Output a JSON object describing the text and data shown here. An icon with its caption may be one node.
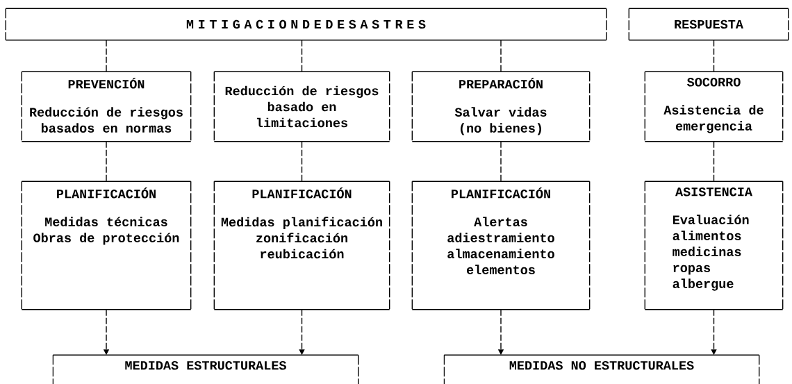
{
  "diagram": {
    "nodes": [
      {
        "text": [
          "M I T I G A C I O N D E D E S A S T R E S"
        ]
      },
      {
        "text": [
          "RESPUESTA"
        ]
      },
      {
        "text": [
          "PREVENCIÓN",
          "Reducción de riesgos basados en normas"
        ]
      },
      {
        "text": [
          "Reducción de riesgos basado en limitaciones"
        ]
      },
      {
        "text": [
          "PREPARACIÓN",
          "Salvar vidas (no bienes)"
        ]
      },
      {
        "text": [
          "SOCORRO",
          "Asistencia de emergencia"
        ]
      },
      {
        "text": [
          "PLANIFICACIÓN",
          "Medidas técnicas Obras de protección"
        ]
      },
      {
        "text": [
          "PLANIFICACIÓN",
          "Medidas planificación zonificación reubicación"
        ]
      },
      {
        "text": [
          "PLANIFICACIÓN",
          "Alertas adiestramiento almacenamiento elementos"
        ]
      },
      {
        "text": [
          "ASISTENCIA",
          "Evaluación alimentos medicinas ropas albergue"
        ]
      },
      {
        "text": [
          "MEDIDAS ESTRUCTURALES"
        ]
      },
      {
        "text": [
          "MEDIDAS NO ESTRUCTURALES"
        ]
      }
    ],
    "edges": [
      {
        "from": 0,
        "to": 2,
        "arrow": "none",
        "style": "dashed"
      },
      {
        "from": 0,
        "to": 3,
        "arrow": "none",
        "style": "dashed"
      },
      {
        "from": 0,
        "to": 4,
        "arrow": "none",
        "style": "dashed"
      },
      {
        "from": 1,
        "to": 5,
        "arrow": "none",
        "style": "dashed"
      },
      {
        "from": 2,
        "to": 6,
        "arrow": "none",
        "style": "dashed"
      },
      {
        "from": 3,
        "to": 7,
        "arrow": "none",
        "style": "dashed"
      },
      {
        "from": 4,
        "to": 8,
        "arrow": "none",
        "style": "dashed"
      },
      {
        "from": 5,
        "to": 9,
        "arrow": "none",
        "style": "dashed"
      },
      {
        "from": 6,
        "to": 10,
        "arrow": "to",
        "style": "dashed"
      },
      {
        "from": 7,
        "to": 10,
        "arrow": "to",
        "style": "dashed"
      },
      {
        "from": 8,
        "to": 11,
        "arrow": "to",
        "style": "dashed"
      },
      {
        "from": 9,
        "to": 11,
        "arrow": "to",
        "style": "dashed"
      }
    ]
  }
}
